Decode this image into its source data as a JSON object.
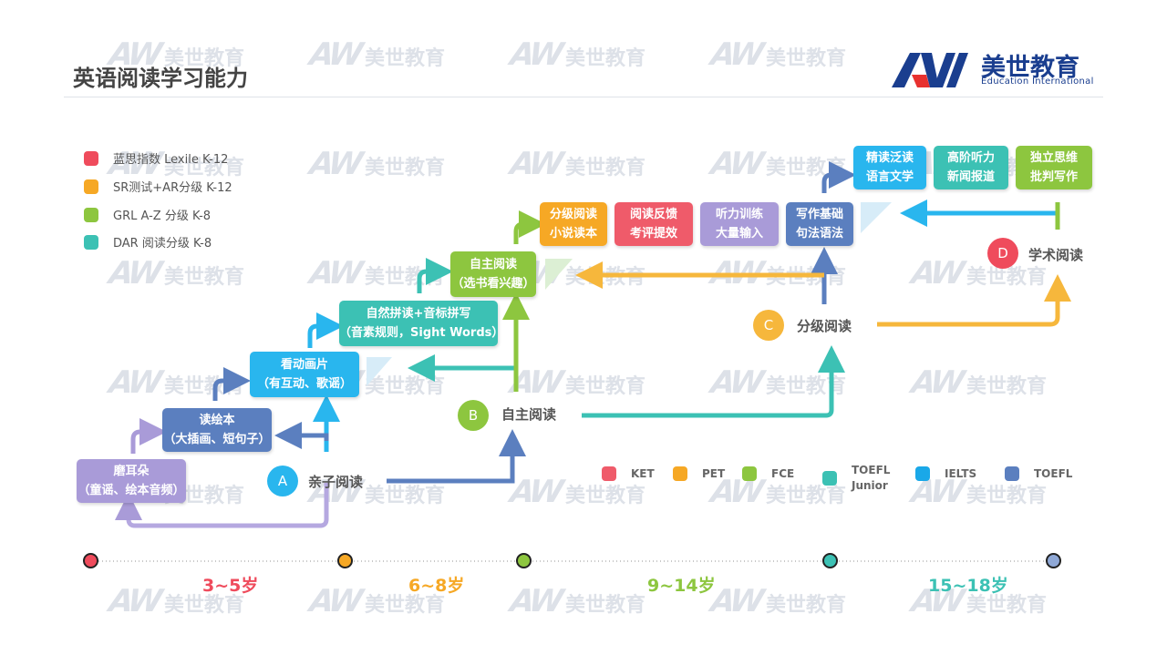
{
  "title": "英语阅读学习能力",
  "logo": {
    "cn": "美世教育",
    "en": "Education International",
    "mark": "AW"
  },
  "watermark": {
    "mark": "AW",
    "cn": "美世教育"
  },
  "legend": [
    {
      "label": "蓝思指数 Lexile  K-12",
      "color": "#ef4b5c"
    },
    {
      "label": "SR测试+AR分级  K-12",
      "color": "#f6a825"
    },
    {
      "label": "GRL A-Z 分级   K-8",
      "color": "#8dc63f"
    },
    {
      "label": "DAR 阅读分级   K-8",
      "color": "#3cc1b4"
    }
  ],
  "steps": [
    {
      "l1": "磨耳朵",
      "l2": "（童谣、绘本音频）"
    },
    {
      "l1": "读绘本",
      "l2": "（大插画、短句子）"
    },
    {
      "l1": "看动画片",
      "l2": "（有互动、歌谣）"
    },
    {
      "l1": "自然拼读+音标拼写",
      "l2": "（音素规则，Sight Words）"
    },
    {
      "l1": "自主阅读",
      "l2": "（选书看兴趣）"
    }
  ],
  "upper": [
    {
      "l1": "分级阅读",
      "l2": "小说读本"
    },
    {
      "l1": "阅读反馈",
      "l2": "考评提效"
    },
    {
      "l1": "听力训练",
      "l2": "大量输入"
    },
    {
      "l1": "写作基础",
      "l2": "句法语法"
    },
    {
      "l1": "精读泛读",
      "l2": "语言文学"
    },
    {
      "l1": "高阶听力",
      "l2": "新闻报道"
    },
    {
      "l1": "独立思维",
      "l2": "批判写作"
    }
  ],
  "milestones": [
    {
      "letter": "A",
      "label": "亲子阅读",
      "color": "#29b6ee"
    },
    {
      "letter": "B",
      "label": "自主阅读",
      "color": "#8dc63f"
    },
    {
      "letter": "C",
      "label": "分级阅读",
      "color": "#f6b73c"
    },
    {
      "letter": "D",
      "label": "学术阅读",
      "color": "#ef4b5c"
    }
  ],
  "exams": [
    {
      "label": "KET",
      "color": "#ef5b6a"
    },
    {
      "label": "PET",
      "color": "#f6a825"
    },
    {
      "label": "FCE",
      "color": "#8dc63f"
    },
    {
      "label": "TOEFL",
      "label2": "Junior",
      "color": "#3cc1b4"
    },
    {
      "label": "IELTS",
      "color": "#1aa8e8"
    },
    {
      "label": "TOEFL",
      "color": "#5b7fbf"
    }
  ],
  "timeline": {
    "dots": [
      "#ef4b5c",
      "#f6a825",
      "#8dc63f",
      "#3cc1b4",
      "#8fa8d6"
    ],
    "ages": [
      {
        "label": "3~5岁",
        "color": "#ef4b5c"
      },
      {
        "label": "6~8岁",
        "color": "#f6a825"
      },
      {
        "label": "9~14岁",
        "color": "#8dc63f"
      },
      {
        "label": "15~18岁",
        "color": "#3cc1b4"
      }
    ]
  }
}
